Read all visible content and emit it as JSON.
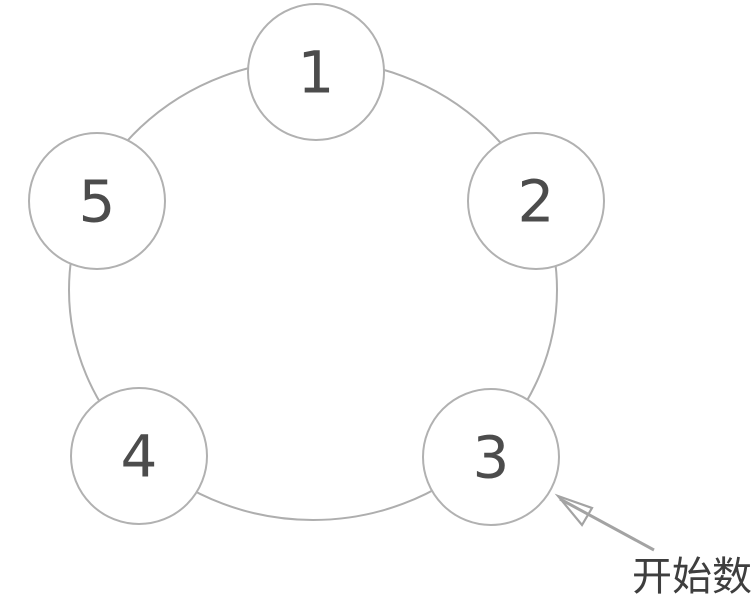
{
  "figure": {
    "type": "circular-counting-diagram",
    "node_count": 5,
    "nodes": [
      {
        "id": 1,
        "label": "1"
      },
      {
        "id": 2,
        "label": "2"
      },
      {
        "id": 3,
        "label": "3"
      },
      {
        "id": 4,
        "label": "4"
      },
      {
        "id": 5,
        "label": "5"
      }
    ],
    "annotation": {
      "label": "开始数",
      "points_to_node": "3"
    }
  },
  "colors": {
    "background": "#ffffff",
    "ring_stroke": "#aeaeae",
    "node_fill": "#ffffff",
    "node_stroke": "#b1b1b1",
    "node_text": "#4c4c4c",
    "arrow": "#a3a3a3",
    "annotation_text": "#3e3e3e"
  }
}
